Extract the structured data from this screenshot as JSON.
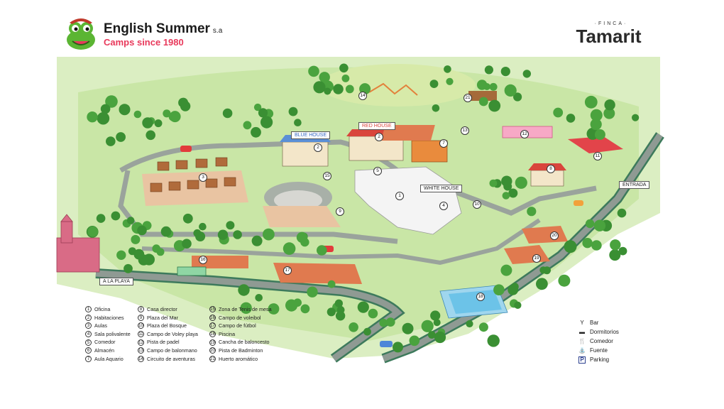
{
  "brand": {
    "name": "English Summer",
    "suffix": "s.a",
    "tagline": "Camps since 1980",
    "mascot_icon": "frog-mascot-icon"
  },
  "venue": {
    "prefix": "·FINCA·",
    "name": "Tamarit"
  },
  "map_labels": {
    "blue_house": "BLUE HOUSE",
    "red_house": "RED HOUSE",
    "white_house": "WHITE HOUSE",
    "entrada": "ENTRADA",
    "a_la_playa": "A LA PLAYA"
  },
  "markers": [
    {
      "n": "1"
    },
    {
      "n": "2"
    },
    {
      "n": "2"
    },
    {
      "n": "3"
    },
    {
      "n": "4"
    },
    {
      "n": "5"
    },
    {
      "n": "7"
    },
    {
      "n": "8"
    },
    {
      "n": "9"
    },
    {
      "n": "10"
    },
    {
      "n": "11"
    },
    {
      "n": "12"
    },
    {
      "n": "13"
    },
    {
      "n": "14"
    },
    {
      "n": "15"
    },
    {
      "n": "16"
    },
    {
      "n": "17"
    },
    {
      "n": "18"
    },
    {
      "n": "19"
    },
    {
      "n": "20"
    },
    {
      "n": "21"
    }
  ],
  "legend": {
    "col1": [
      {
        "n": "1",
        "label": "Oficina"
      },
      {
        "n": "2",
        "label": "Habitaciones"
      },
      {
        "n": "3",
        "label": "Aulas"
      },
      {
        "n": "4",
        "label": "Sala polivalente"
      },
      {
        "n": "5",
        "label": "Comedor"
      },
      {
        "n": "6",
        "label": "Almacén"
      },
      {
        "n": "7",
        "label": "Aula Aquario"
      }
    ],
    "col2": [
      {
        "n": "8",
        "label": "Casa director"
      },
      {
        "n": "9",
        "label": "Plaza del Mar"
      },
      {
        "n": "10",
        "label": "Plaza del Bosque"
      },
      {
        "n": "11",
        "label": "Campo de Voley playa"
      },
      {
        "n": "12",
        "label": "Pista de padel"
      },
      {
        "n": "13",
        "label": "Campo de balonmano"
      },
      {
        "n": "14",
        "label": "Circuito de aventuras"
      }
    ],
    "col3": [
      {
        "n": "15",
        "label": "Zona de Tenis de mesa"
      },
      {
        "n": "16",
        "label": "Campo de voleibol"
      },
      {
        "n": "17",
        "label": "Campo de fútbol"
      },
      {
        "n": "18",
        "label": "Piscina"
      },
      {
        "n": "19",
        "label": "Cancha de baloncesto"
      },
      {
        "n": "20",
        "label": "Pista de Badminton"
      },
      {
        "n": "21",
        "label": "Huerto aromático"
      }
    ]
  },
  "symbols": [
    {
      "icon": "bar-icon",
      "glyph": "Y",
      "label": "Bar"
    },
    {
      "icon": "dormitory-icon",
      "glyph": "▬",
      "label": "Dormitorios"
    },
    {
      "icon": "dining-icon",
      "glyph": "🍴",
      "label": "Comedor"
    },
    {
      "icon": "fountain-icon",
      "glyph": "⛲",
      "label": "Fuente"
    },
    {
      "icon": "parking-icon",
      "glyph": "P",
      "label": "Parking"
    }
  ],
  "colors": {
    "grass": "#c9e6a6",
    "grass_dark": "#a9d67f",
    "road": "#8f9a93",
    "road_edge": "#3d7a5c",
    "court": "#e07a4f",
    "pool": "#6cc3e8",
    "tree": "#4aa33e",
    "accent_red": "#e8395b"
  }
}
